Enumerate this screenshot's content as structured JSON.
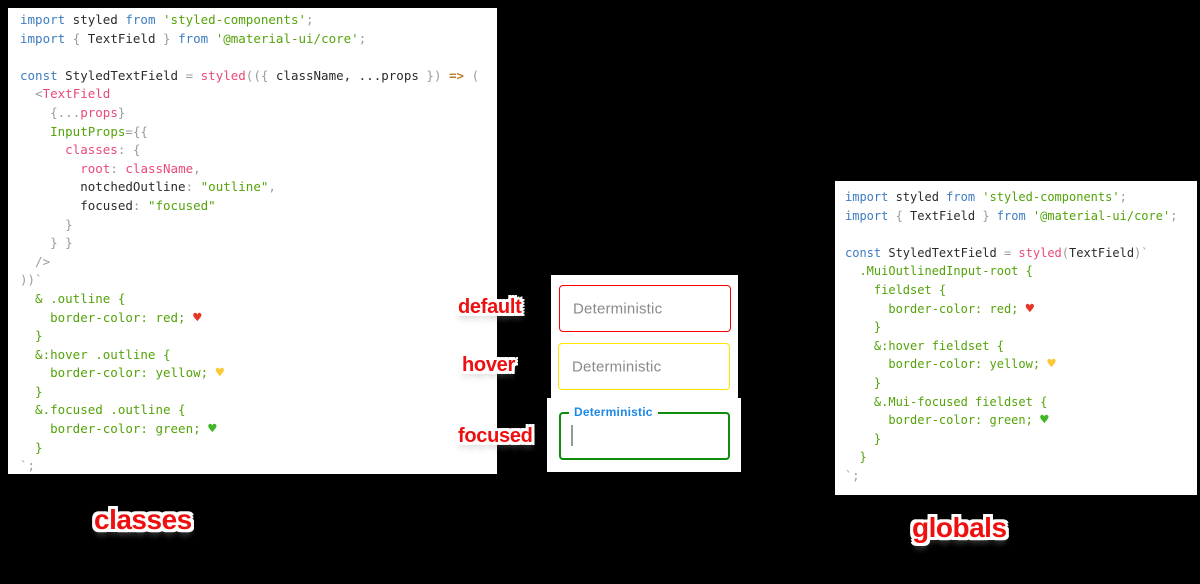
{
  "captions": {
    "classes": "classes",
    "globals": "globals"
  },
  "middle": {
    "labels": {
      "default": "default",
      "hover": "hover",
      "focused": "focused"
    },
    "fields": [
      {
        "state": "default",
        "text": "Deterministic",
        "border_color": "#ff0000"
      },
      {
        "state": "hover",
        "text": "Deterministic",
        "border_color": "#ffe500"
      },
      {
        "state": "focused",
        "text": "Deterministic",
        "border_color": "#0c8d0c",
        "label_color": "#1e88e5",
        "cursor": "visible"
      }
    ]
  },
  "colors": {
    "page-bg": "#000000",
    "code-bg": "#ffffff",
    "field-default-border": "#ff0000",
    "field-hover-border": "#ffe500",
    "field-focused-border": "#0c8d0c",
    "field-label-blue": "#1e88e5",
    "placeholder-gray": "#8a8a8a",
    "caption-red": "#ee1010",
    "syntax-keyword": "#3e7cc1",
    "syntax-string": "#54a30a",
    "syntax-pink": "#e94a77",
    "syntax-orange": "#bd7a28",
    "syntax-punct": "#9b9b9b",
    "syntax-text": "#2b2b2b",
    "heart-red": "#e53525",
    "heart-yellow": "#fdc835",
    "heart-green": "#3fb825"
  },
  "code_left": {
    "lines": [
      [
        {
          "t": "import",
          "c": "kw"
        },
        {
          "t": " styled ",
          "c": "tx"
        },
        {
          "t": "from",
          "c": "kw"
        },
        {
          "t": " ",
          "c": "tx"
        },
        {
          "t": "'styled-components'",
          "c": "st"
        },
        {
          "t": ";",
          "c": "pu"
        }
      ],
      [
        {
          "t": "import",
          "c": "kw"
        },
        {
          "t": " ",
          "c": "tx"
        },
        {
          "t": "{",
          "c": "pu"
        },
        {
          "t": " TextField ",
          "c": "tx"
        },
        {
          "t": "}",
          "c": "pu"
        },
        {
          "t": " ",
          "c": "tx"
        },
        {
          "t": "from",
          "c": "kw"
        },
        {
          "t": " ",
          "c": "tx"
        },
        {
          "t": "'@material-ui/core'",
          "c": "st"
        },
        {
          "t": ";",
          "c": "pu"
        }
      ],
      [],
      [
        {
          "t": "const",
          "c": "kw"
        },
        {
          "t": " StyledTextField ",
          "c": "tx"
        },
        {
          "t": "=",
          "c": "pu"
        },
        {
          "t": " ",
          "c": "tx"
        },
        {
          "t": "styled",
          "c": "pk"
        },
        {
          "t": "(({",
          "c": "pu"
        },
        {
          "t": " className, ...props ",
          "c": "tx"
        },
        {
          "t": "})",
          "c": "pu"
        },
        {
          "t": " ",
          "c": "tx"
        },
        {
          "t": "=>",
          "c": "or"
        },
        {
          "t": " (",
          "c": "pu"
        }
      ],
      [
        {
          "t": "  ",
          "c": "tx"
        },
        {
          "t": "<",
          "c": "pu"
        },
        {
          "t": "TextField",
          "c": "pk"
        }
      ],
      [
        {
          "t": "    ",
          "c": "tx"
        },
        {
          "t": "{",
          "c": "pu"
        },
        {
          "t": "...",
          "c": "pu"
        },
        {
          "t": "props",
          "c": "pk"
        },
        {
          "t": "}",
          "c": "pu"
        }
      ],
      [
        {
          "t": "    ",
          "c": "tx"
        },
        {
          "t": "InputProps",
          "c": "st"
        },
        {
          "t": "=",
          "c": "pu"
        },
        {
          "t": "{{",
          "c": "pu"
        }
      ],
      [
        {
          "t": "      ",
          "c": "tx"
        },
        {
          "t": "classes",
          "c": "pk"
        },
        {
          "t": ":",
          "c": "pu"
        },
        {
          "t": " ",
          "c": "tx"
        },
        {
          "t": "{",
          "c": "pu"
        }
      ],
      [
        {
          "t": "        ",
          "c": "tx"
        },
        {
          "t": "root",
          "c": "pk"
        },
        {
          "t": ":",
          "c": "pu"
        },
        {
          "t": " ",
          "c": "tx"
        },
        {
          "t": "className",
          "c": "pk"
        },
        {
          "t": ",",
          "c": "pu"
        }
      ],
      [
        {
          "t": "        ",
          "c": "tx"
        },
        {
          "t": "notchedOutline",
          "c": "tx"
        },
        {
          "t": ":",
          "c": "pu"
        },
        {
          "t": " ",
          "c": "tx"
        },
        {
          "t": "\"outline\"",
          "c": "st"
        },
        {
          "t": ",",
          "c": "pu"
        }
      ],
      [
        {
          "t": "        ",
          "c": "tx"
        },
        {
          "t": "focused",
          "c": "tx"
        },
        {
          "t": ":",
          "c": "pu"
        },
        {
          "t": " ",
          "c": "tx"
        },
        {
          "t": "\"focused\"",
          "c": "st"
        }
      ],
      [
        {
          "t": "      }",
          "c": "pu"
        }
      ],
      [
        {
          "t": "    } }",
          "c": "pu"
        }
      ],
      [
        {
          "t": "  />",
          "c": "pu"
        }
      ],
      [
        {
          "t": "))`",
          "c": "pu"
        }
      ],
      [
        {
          "t": "  & .outline {",
          "c": "st"
        }
      ],
      [
        {
          "t": "    border-color: red; ",
          "c": "st"
        },
        {
          "t": "♥",
          "c": "hr"
        }
      ],
      [
        {
          "t": "  }",
          "c": "st"
        }
      ],
      [
        {
          "t": "  &:hover .outline {",
          "c": "st"
        }
      ],
      [
        {
          "t": "    border-color: yellow; ",
          "c": "st"
        },
        {
          "t": "♥",
          "c": "hy"
        }
      ],
      [
        {
          "t": "  }",
          "c": "st"
        }
      ],
      [
        {
          "t": "  &.focused .outline {",
          "c": "st"
        }
      ],
      [
        {
          "t": "    border-color: green; ",
          "c": "st"
        },
        {
          "t": "♥",
          "c": "hg"
        }
      ],
      [
        {
          "t": "  }",
          "c": "st"
        }
      ],
      [
        {
          "t": "`;",
          "c": "pu"
        }
      ]
    ]
  },
  "code_right": {
    "lines": [
      [
        {
          "t": "import",
          "c": "kw"
        },
        {
          "t": " styled ",
          "c": "tx"
        },
        {
          "t": "from",
          "c": "kw"
        },
        {
          "t": " ",
          "c": "tx"
        },
        {
          "t": "'styled-components'",
          "c": "st"
        },
        {
          "t": ";",
          "c": "pu"
        }
      ],
      [
        {
          "t": "import",
          "c": "kw"
        },
        {
          "t": " ",
          "c": "tx"
        },
        {
          "t": "{",
          "c": "pu"
        },
        {
          "t": " TextField ",
          "c": "tx"
        },
        {
          "t": "}",
          "c": "pu"
        },
        {
          "t": " ",
          "c": "tx"
        },
        {
          "t": "from",
          "c": "kw"
        },
        {
          "t": " ",
          "c": "tx"
        },
        {
          "t": "'@material-ui/core'",
          "c": "st"
        },
        {
          "t": ";",
          "c": "pu"
        }
      ],
      [],
      [
        {
          "t": "const",
          "c": "kw"
        },
        {
          "t": " StyledTextField ",
          "c": "tx"
        },
        {
          "t": "=",
          "c": "pu"
        },
        {
          "t": " ",
          "c": "tx"
        },
        {
          "t": "styled",
          "c": "pk"
        },
        {
          "t": "(",
          "c": "pu"
        },
        {
          "t": "TextField",
          "c": "tx"
        },
        {
          "t": ")`",
          "c": "pu"
        }
      ],
      [
        {
          "t": "  .MuiOutlinedInput-root {",
          "c": "st"
        }
      ],
      [
        {
          "t": "    fieldset {",
          "c": "st"
        }
      ],
      [
        {
          "t": "      border-color: red; ",
          "c": "st"
        },
        {
          "t": "♥",
          "c": "hr"
        }
      ],
      [
        {
          "t": "    }",
          "c": "st"
        }
      ],
      [
        {
          "t": "    &:hover fieldset {",
          "c": "st"
        }
      ],
      [
        {
          "t": "      border-color: yellow; ",
          "c": "st"
        },
        {
          "t": "♥",
          "c": "hy"
        }
      ],
      [
        {
          "t": "    }",
          "c": "st"
        }
      ],
      [
        {
          "t": "    &.Mui-focused fieldset {",
          "c": "st"
        }
      ],
      [
        {
          "t": "      border-color: green; ",
          "c": "st"
        },
        {
          "t": "♥",
          "c": "hg"
        }
      ],
      [
        {
          "t": "    }",
          "c": "st"
        }
      ],
      [
        {
          "t": "  }",
          "c": "st"
        }
      ],
      [
        {
          "t": "`;",
          "c": "pu"
        }
      ]
    ]
  }
}
